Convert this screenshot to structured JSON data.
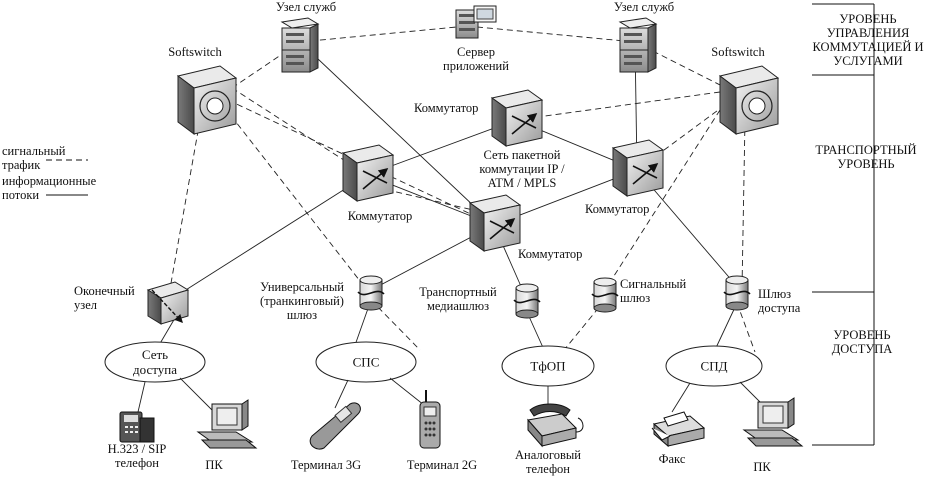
{
  "levels": [
    "УРОВЕНЬ УПРАВЛЕНИЯ КОММУТАЦИЕЙ И УСЛУГАМИ",
    "ТРАНСПОРТНЫЙ УРОВЕНЬ",
    "УРОВЕНЬ ДОСТУПА"
  ],
  "legend": {
    "signal": "сигнальный трафик",
    "info": "информационные потоки"
  },
  "nodes": {
    "service_left": "Узел служб",
    "service_right": "Узел служб",
    "app_server": "Сервер приложений",
    "softswitch_left": "Softswitch",
    "softswitch_right": "Softswitch",
    "switch_top": "Коммутатор",
    "switch_left": "Коммутатор",
    "switch_center": "Коммутатор",
    "switch_right": "Коммутатор",
    "packet_net": "Сеть пакетной коммутации IP / ATM / MPLS",
    "end_node": "Оконечный узел",
    "universal_gw": "Универсальный (транкинговый) шлюз",
    "transport_mgw": "Транспортный медиашлюз",
    "signal_gw": "Сигнальный шлюз",
    "access_gw": "Шлюз доступа"
  },
  "networks": {
    "access_net": "Сеть доступа",
    "sps": "СПС",
    "tfop": "ТфОП",
    "spd": "СПД"
  },
  "terminals": {
    "sip_phone": "H.323 / SIP телефон",
    "pc_left": "ПК",
    "term_3g": "Терминал 3G",
    "term_2g": "Терминал 2G",
    "analog_phone": "Аналоговый телефон",
    "fax": "Факс",
    "pc_right": "ПК"
  }
}
